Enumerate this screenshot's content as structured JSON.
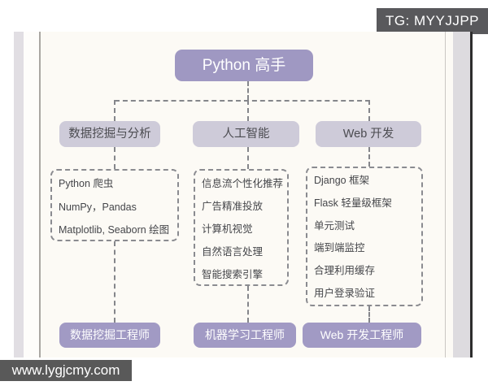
{
  "badges": {
    "tg": "TG: MYYJJPP",
    "site": "www.lygjcmy.com"
  },
  "diagram": {
    "root": "Python 高手",
    "columns": [
      {
        "header": "数据挖掘与分析",
        "items": [
          "Python 爬虫",
          "NumPy，Pandas",
          "Matplotlib, Seaborn 绘图"
        ],
        "role": "数据挖掘工程师"
      },
      {
        "header": "人工智能",
        "items": [
          "信息流个性化推荐",
          "广告精准投放",
          "计算机视觉",
          "自然语言处理",
          "智能搜索引擎"
        ],
        "role": "机器学习工程师"
      },
      {
        "header": "Web 开发",
        "items": [
          "Django 框架",
          "Flask 轻量级框架",
          "单元测试",
          "端到端监控",
          "合理利用缓存",
          "用户登录验证"
        ],
        "role": "Web 开发工程师"
      }
    ],
    "colors": {
      "root_box": "#9f98c2",
      "branch_box": "#cecbd9",
      "role_box": "#a19ac4",
      "dashed_line": "#85868b",
      "badge_bg": "#59595c",
      "page_bg": "#fcfaf5"
    }
  }
}
